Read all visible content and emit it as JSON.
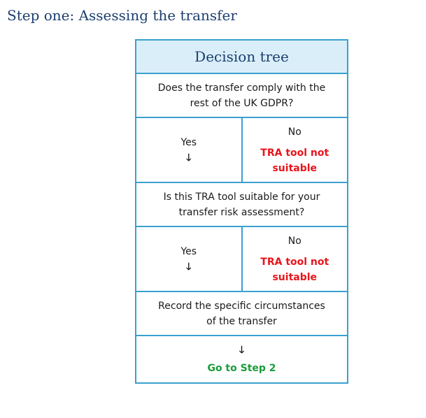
{
  "heading": "Step one: Assessing the transfer",
  "table": {
    "title": "Decision tree",
    "q1": {
      "line1": "Does the transfer comply with the",
      "line2": "rest of the UK GDPR?"
    },
    "branch1": {
      "yes": "Yes",
      "no": "No",
      "result_line1": "TRA tool not",
      "result_line2": "suitable"
    },
    "q2": {
      "line1": "Is this TRA tool suitable for your",
      "line2": "transfer risk assessment?"
    },
    "branch2": {
      "yes": "Yes",
      "no": "No",
      "result_line1": "TRA tool not",
      "result_line2": "suitable"
    },
    "step3": {
      "line1": "Record the specific circumstances",
      "line2": "of the transfer"
    },
    "final": {
      "label": "Go to Step 2"
    }
  },
  "icons": {
    "down_arrow": "🡓"
  },
  "colors": {
    "border": "#3aa0d0",
    "title_bg": "#d9eef8",
    "negative": "#e8141c",
    "positive": "#1a9c3a"
  }
}
